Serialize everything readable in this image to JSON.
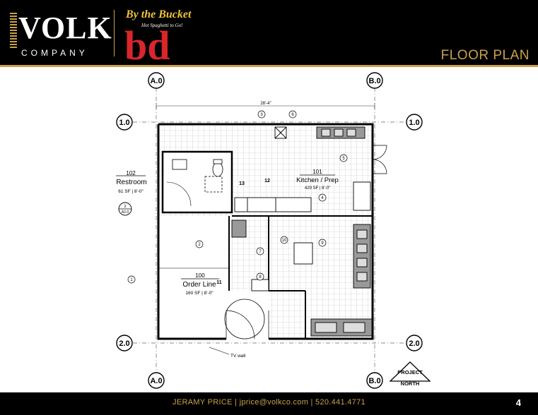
{
  "header": {
    "logo_text": "VOLK",
    "logo_company": "COMPANY",
    "bucket_title": "By the Bucket",
    "bucket_subtitle": "Hot Spaghetti to Go!",
    "bucket_mark": "bd",
    "page_title": "FLOOR PLAN"
  },
  "plan": {
    "grid_columns": [
      "A.0",
      "B.0"
    ],
    "grid_rows": [
      "1.0",
      "2.0"
    ],
    "overall_dimension": "28'-4\"",
    "rooms": [
      {
        "number": "102",
        "name": "Restroom",
        "area": "61 SF | 8'-0\""
      },
      {
        "number": "101",
        "name": "Kitchen / Prep",
        "area": "429 SF | 8'-0\""
      },
      {
        "number": "100",
        "name": "Order Line",
        "area": "160 SF | 8'-0\""
      }
    ],
    "section_tag": {
      "top": "2",
      "bottom": "A2.0"
    },
    "tv_wall_label": "TV wall",
    "north_label_top": "PROJECT",
    "north_label_bottom": "NORTH",
    "equipment_tags": [
      "1",
      "2",
      "3",
      "4",
      "5",
      "6",
      "7",
      "8",
      "9",
      "10",
      "11",
      "12",
      "13"
    ]
  },
  "footer": {
    "contact": "JERAMY PRICE | jprice@volkco.com | 520.441.4771",
    "page_number": "4"
  }
}
